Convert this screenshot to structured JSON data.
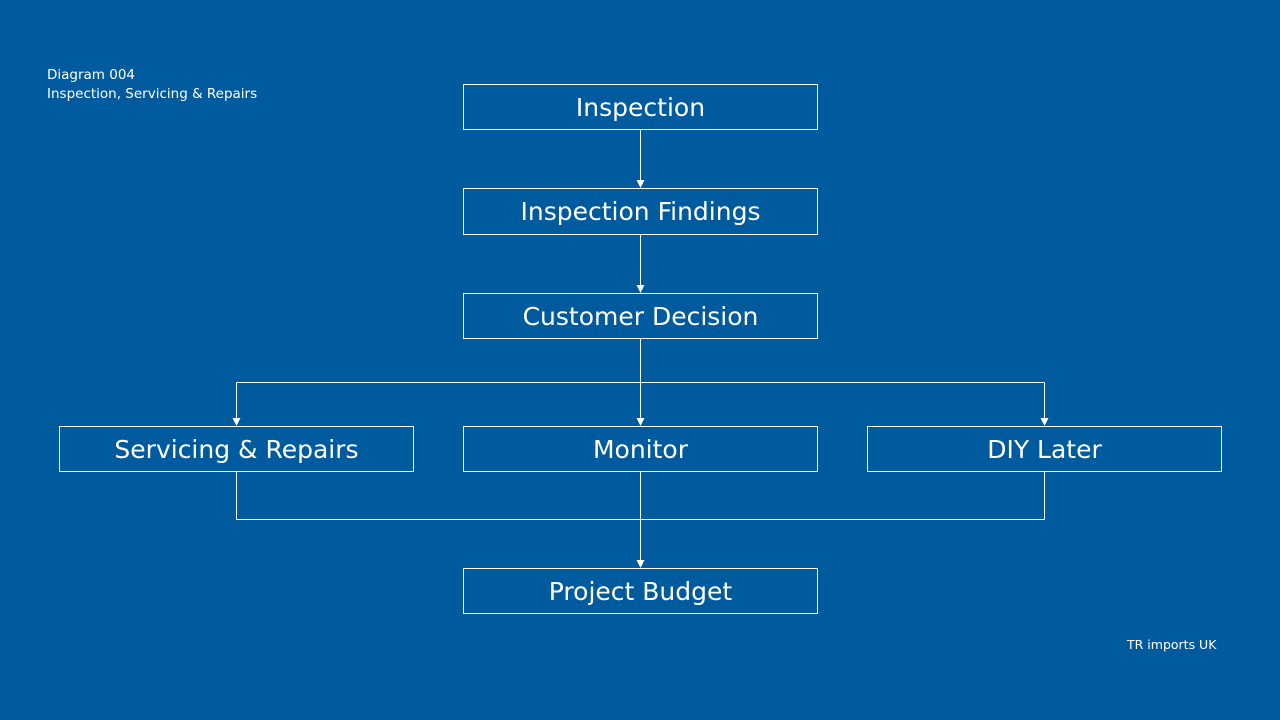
{
  "caption": {
    "diagram_id": "Diagram 004",
    "subtitle": "Inspection, Servicing & Repairs"
  },
  "nodes": {
    "inspection": "Inspection",
    "inspection_findings": "Inspection Findings",
    "customer_decision": "Customer Decision",
    "servicing_repairs": "Servicing & Repairs",
    "monitor": "Monitor",
    "diy_later": "DIY Later",
    "project_budget": "Project Budget"
  },
  "edges": [
    {
      "from": "inspection",
      "to": "inspection_findings"
    },
    {
      "from": "inspection_findings",
      "to": "customer_decision"
    },
    {
      "from": "customer_decision",
      "to": "servicing_repairs"
    },
    {
      "from": "customer_decision",
      "to": "monitor"
    },
    {
      "from": "customer_decision",
      "to": "diy_later"
    },
    {
      "from": "servicing_repairs",
      "to": "project_budget"
    },
    {
      "from": "monitor",
      "to": "project_budget"
    },
    {
      "from": "diy_later",
      "to": "project_budget"
    }
  ],
  "footer": "TR imports UK",
  "colors": {
    "background": "#005A9E",
    "foreground": "#FFFFFF"
  }
}
